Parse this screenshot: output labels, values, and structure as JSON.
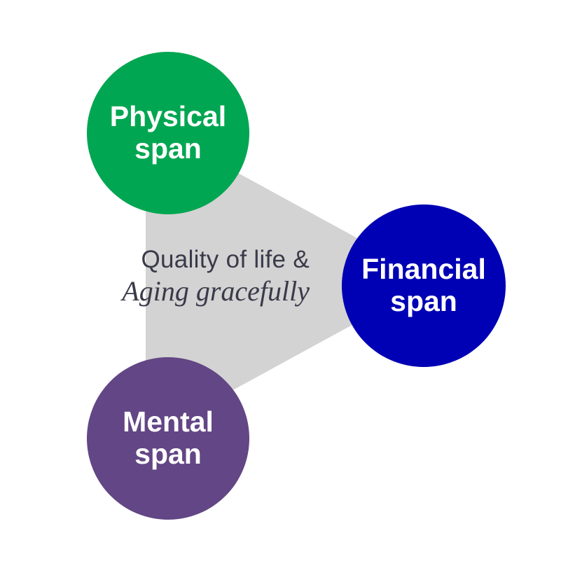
{
  "diagram": {
    "center": {
      "line1": "Quality of life &",
      "line2": "Aging gracefully"
    },
    "nodes": {
      "physical": {
        "line1": "Physical",
        "line2": "span",
        "color": "#00A651"
      },
      "financial": {
        "line1": "Financial",
        "line2": "span",
        "color": "#0000B4"
      },
      "mental": {
        "line1": "Mental",
        "line2": "span",
        "color": "#634685"
      }
    },
    "triangle_color": "#D3D3D3"
  }
}
